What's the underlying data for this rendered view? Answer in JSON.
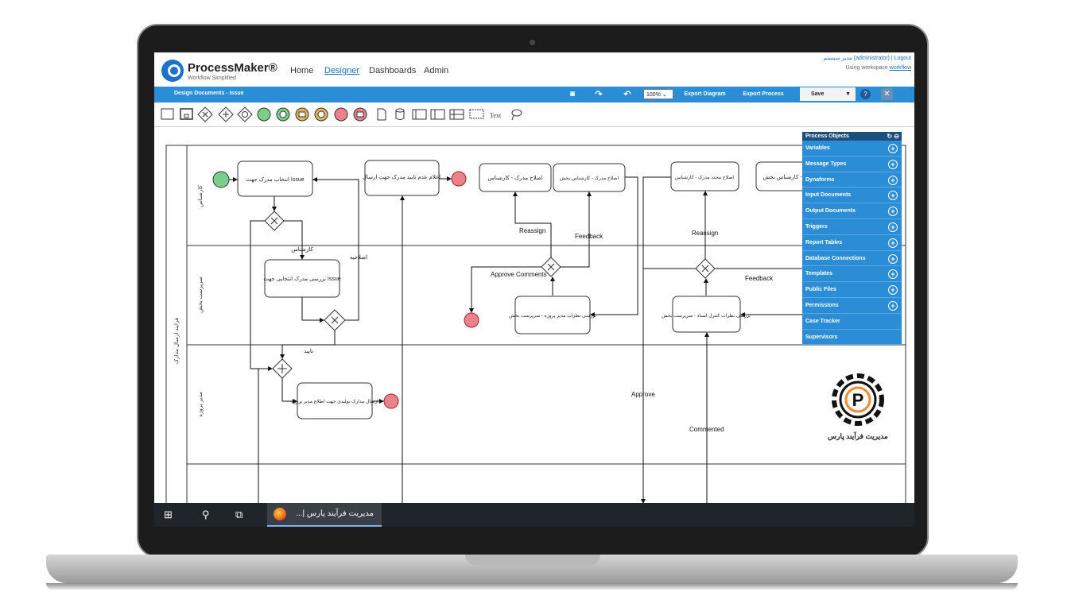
{
  "header": {
    "logo_title": "ProcessMaker®",
    "logo_subtitle": "Workflow Simplified",
    "nav": [
      "Home",
      "Designer",
      "Dashboards",
      "Admin"
    ],
    "active_nav": "Designer",
    "user_line": "مدیر سیستم (administrator) | Logout",
    "workspace_prefix": "Using workspace",
    "workspace_name": "workflow"
  },
  "toolbar": {
    "doc_title": "Design Documents - Issue",
    "zoom": "100%",
    "export_diagram": "Export Diagram",
    "export_process": "Export Process",
    "save": "Save",
    "help": "?",
    "close": "✕"
  },
  "shapes_bar": {
    "text_tool": "Text"
  },
  "diagram": {
    "pool_title": "فرایند ارسال مدارک",
    "lanes": [
      "کارشناس",
      "سرپرست بخش",
      "مدیر پروژه"
    ],
    "tasks": {
      "t1": "انتخاب مدرک جهت Issue",
      "t2": "اعلام عدم تایید مدرک جهت ارسال",
      "t3": "اصلاح مدرک - کارشناس",
      "t4": "اصلاح مدرک - کارشناس بخش",
      "t5": "اصلاح مجدد مدرک - کارشناس",
      "t6": "کارشناس بخش -",
      "t7": "بررسی مدرک انتخابی جهت Issue",
      "t8": "بررسی نظرات مدیر پروژه - سرپرست بخش",
      "t9": "بررسی نظرات کنترل اسناد - سرپرست بخش",
      "t10": "ارسال مدارک تولیدی جهت اطلاع مدیر پروژه"
    },
    "labels": {
      "reassign_1": "Reassign",
      "feedback_1": "Feedback",
      "reassign_2": "Reassign",
      "feedback_2": "Feedback",
      "approve_comments": "Approve Comments",
      "approve": "Approve",
      "commented": "Commented",
      "karshenas": "کارشناس",
      "eslahiye": "اصلاحیه",
      "taeed": "تایید"
    }
  },
  "process_objects": {
    "title": "Process Objects",
    "items": [
      "Variables",
      "Message Types",
      "Dynaforms",
      "Input Documents",
      "Output Documents",
      "Triggers",
      "Report Tables",
      "Database Connections",
      "Templates",
      "Public Files",
      "Permissions",
      "Case Tracker",
      "Supervisors"
    ],
    "items_with_plus": 11
  },
  "watermark": {
    "letter": "P",
    "text": "مدیریت فرآیند پارس"
  },
  "taskbar": {
    "window_title": "مدیریت فرآیند پارس |..."
  },
  "colors": {
    "accent_blue": "#2a8dd6",
    "panel_header": "#1c4f7d",
    "start_event": "#7ccf8a",
    "end_event": "#e9828a",
    "taskbar": "#20242b",
    "watermark_orange": "#f0892f"
  }
}
